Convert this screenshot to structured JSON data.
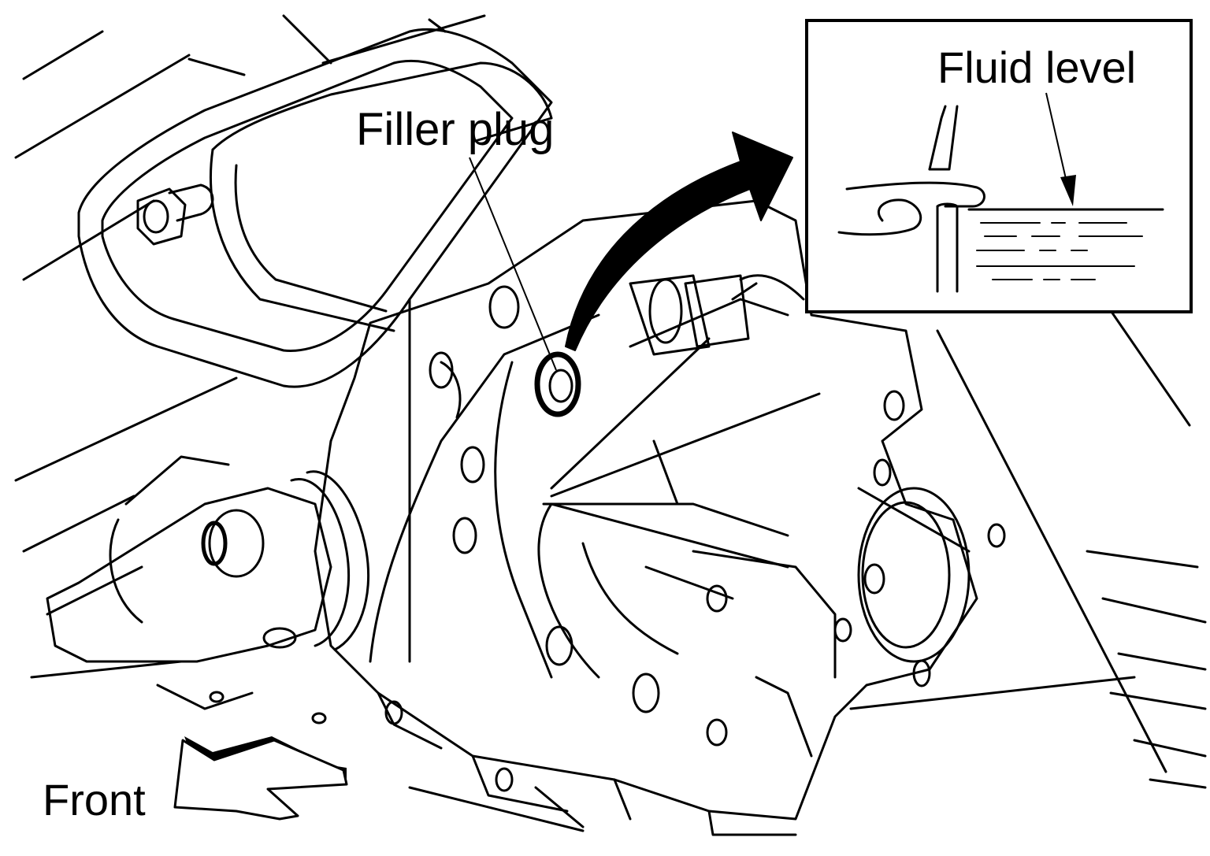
{
  "labels": {
    "filler_plug": "Filler plug",
    "fluid_level": "Fluid level",
    "front": "Front"
  },
  "colors": {
    "line": "#000000",
    "background": "#ffffff"
  }
}
